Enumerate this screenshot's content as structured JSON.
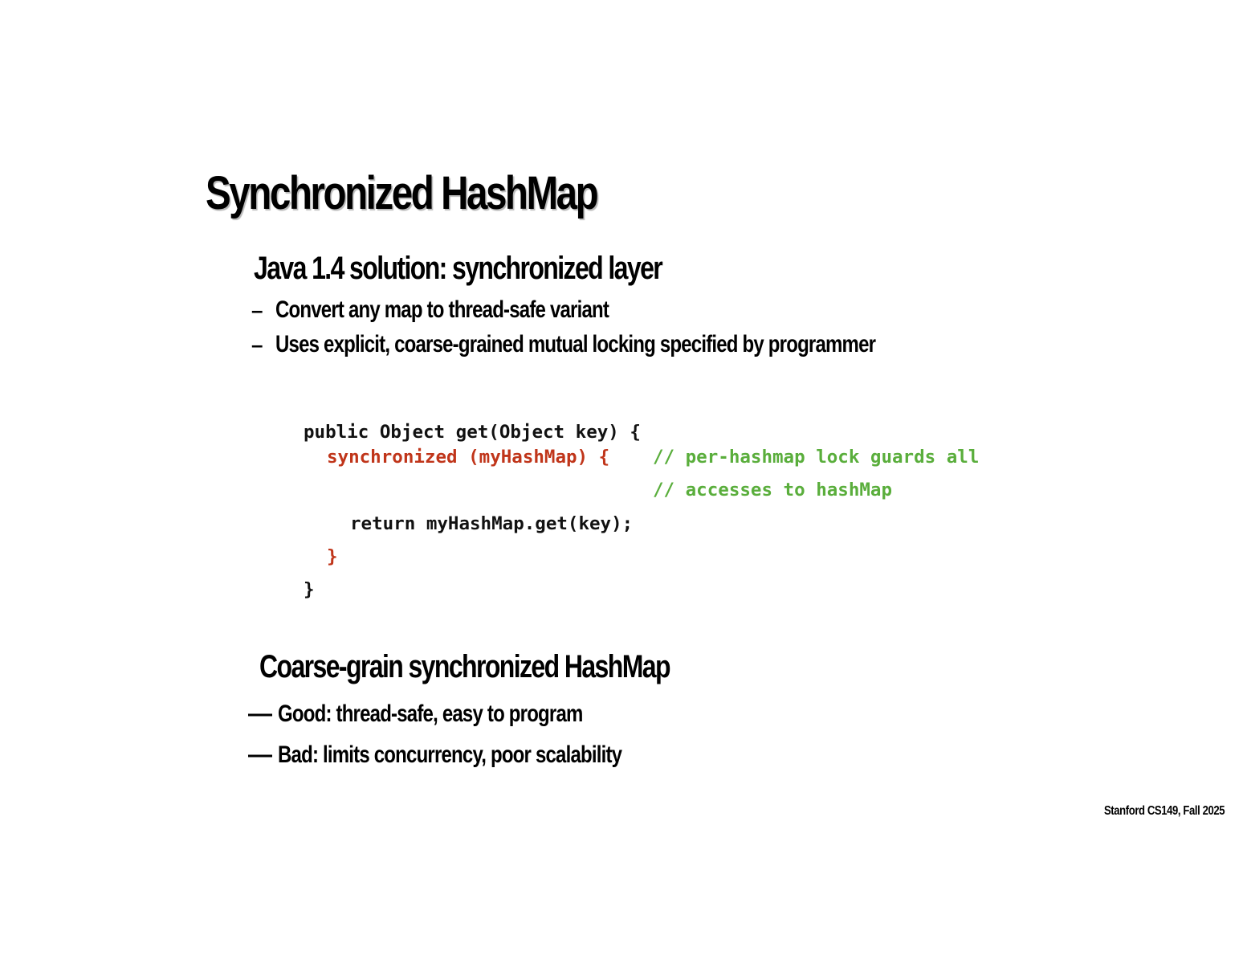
{
  "slide": {
    "title": "Synchronized HashMap",
    "section1": {
      "heading": "Java 1.4 solution: synchronized layer",
      "bullets": [
        "Convert any map to thread-safe variant",
        "Uses explicit, coarse-grained mutual locking specified by programmer"
      ],
      "dash": "–"
    },
    "code": {
      "line1": "public Object get(Object key) {",
      "line2_code": "synchronized (myHashMap) {",
      "line2_comment": "// per-hashmap lock guards all",
      "line3_comment": "// accesses to hashMap",
      "line4": "return myHashMap.get(key);",
      "line5": "}",
      "line6": "}"
    },
    "section2": {
      "heading": "Coarse-grain synchronized HashMap",
      "bullets": [
        "Good: thread-safe, easy to program",
        "Bad: limits concurrency, poor scalability"
      ],
      "dash": "—"
    },
    "footer": "Stanford CS149, Fall 2025",
    "colors": {
      "text": "#000000",
      "code_keyword_red": "#c0351a",
      "code_comment_green": "#5aae3c",
      "background": "#ffffff"
    }
  }
}
